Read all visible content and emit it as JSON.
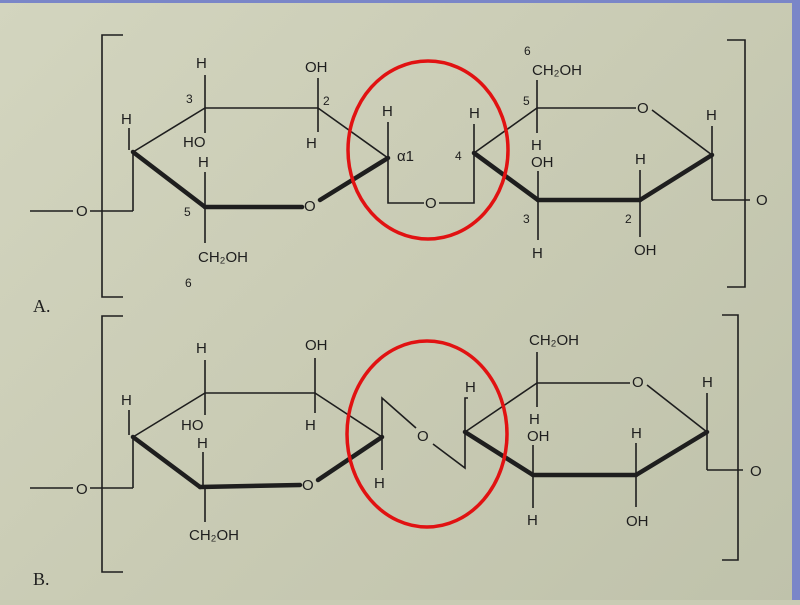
{
  "panelA": {
    "label": "A.",
    "atoms": {
      "H3": "H",
      "OH2": "OH",
      "H_left": "H",
      "num3": "3",
      "num2": "2",
      "HO": "HO",
      "H_ring": "H",
      "H2": "H",
      "num5": "5",
      "CH2OH": "CH₂OH",
      "num6": "6",
      "O_left": "O",
      "H_alpha": "H",
      "alpha1": "α1",
      "O_link": "O",
      "H_4": "H",
      "num4": "4",
      "num6r": "6",
      "CH2OHr": "CH₂OH",
      "num5r": "5",
      "O_ring_r": "O",
      "H_right": "H",
      "H_r4": "H",
      "OH_r3": "OH",
      "H_r2": "H",
      "num3r": "3",
      "num2r": "2",
      "H_bot": "H",
      "OH_bot": "OH",
      "O_right": "O"
    }
  },
  "panelB": {
    "label": "B.",
    "atoms": {
      "H3": "H",
      "OH2": "OH",
      "H_left": "H",
      "HO": "HO",
      "H_ring": "H",
      "H2": "H",
      "CH2OH": "CH₂OH",
      "O_left": "O",
      "O_link": "O",
      "H_ax": "H",
      "H_4": "H",
      "CH2OHr": "CH₂OH",
      "O_ring_r": "O",
      "H_right": "H",
      "H_r5": "H",
      "OH_r3": "OH",
      "H_r2": "H",
      "H_bot": "H",
      "OH_bot": "OH",
      "O_right": "O"
    }
  },
  "colors": {
    "highlight": "#e11212",
    "ink": "#1e1e1e",
    "paper": "#c9cbb4"
  }
}
